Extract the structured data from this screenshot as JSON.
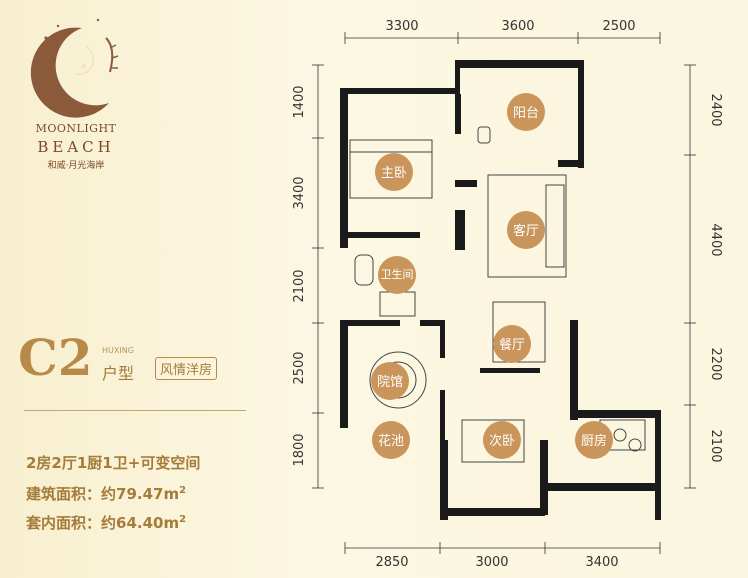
{
  "brand": {
    "name_line1": "MOONLIGHT",
    "name_line2": "BEACH",
    "name_cn": "和威·月光海岸"
  },
  "unit": {
    "code": "C2",
    "label_en": "HUXING",
    "label_cn": "户型",
    "tag": "风情洋房"
  },
  "specs": {
    "layout": "2房2厅1厨1卫+可变空间",
    "gross_area": "建筑面积：约79.47m",
    "net_area": "套内面积：约64.40m",
    "area_unit_sup": "2"
  },
  "dimensions": {
    "top": [
      "3300",
      "3600",
      "2500"
    ],
    "bottom": [
      "2850",
      "3000",
      "3400"
    ],
    "left": [
      "1400",
      "3400",
      "2100",
      "2500",
      "1800"
    ],
    "right": [
      "2400",
      "4400",
      "2200",
      "2100"
    ]
  },
  "rooms": {
    "balcony": "阳台",
    "master_bedroom": "主卧",
    "living_room": "客厅",
    "bathroom": "卫生间",
    "dining_room": "餐厅",
    "courtyard": "院馆",
    "planter": "花池",
    "second_bedroom": "次卧",
    "kitchen": "厨房"
  },
  "colors": {
    "accent": "#b88a49",
    "room_marker": "#c9955a",
    "wall": "#1a1a1a",
    "background": "#fbf5dc"
  }
}
